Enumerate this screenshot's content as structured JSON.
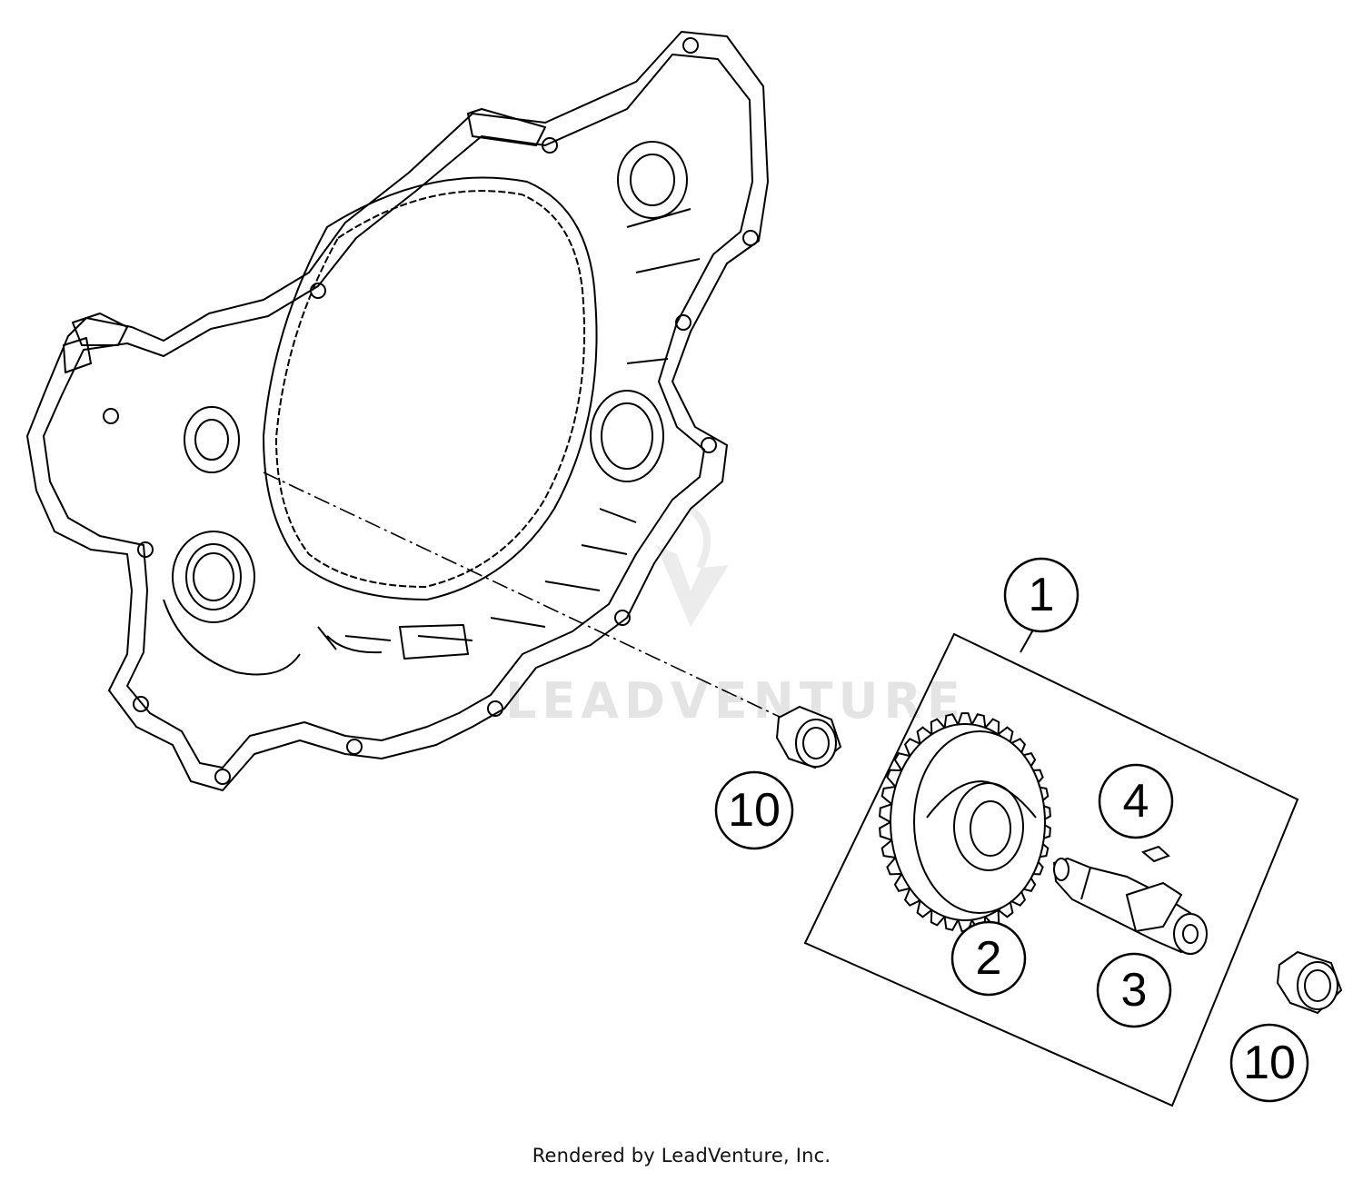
{
  "callouts": {
    "c1": "1",
    "c2": "2",
    "c3": "3",
    "c4": "4",
    "c10a": "10",
    "c10b": "10"
  },
  "watermark": "LEADVENTURE",
  "footer": {
    "credit": "Rendered by LeadVenture, Inc."
  },
  "colors": {
    "line": "#000000",
    "watermark": "#e4e4e4",
    "background": "#ffffff"
  }
}
